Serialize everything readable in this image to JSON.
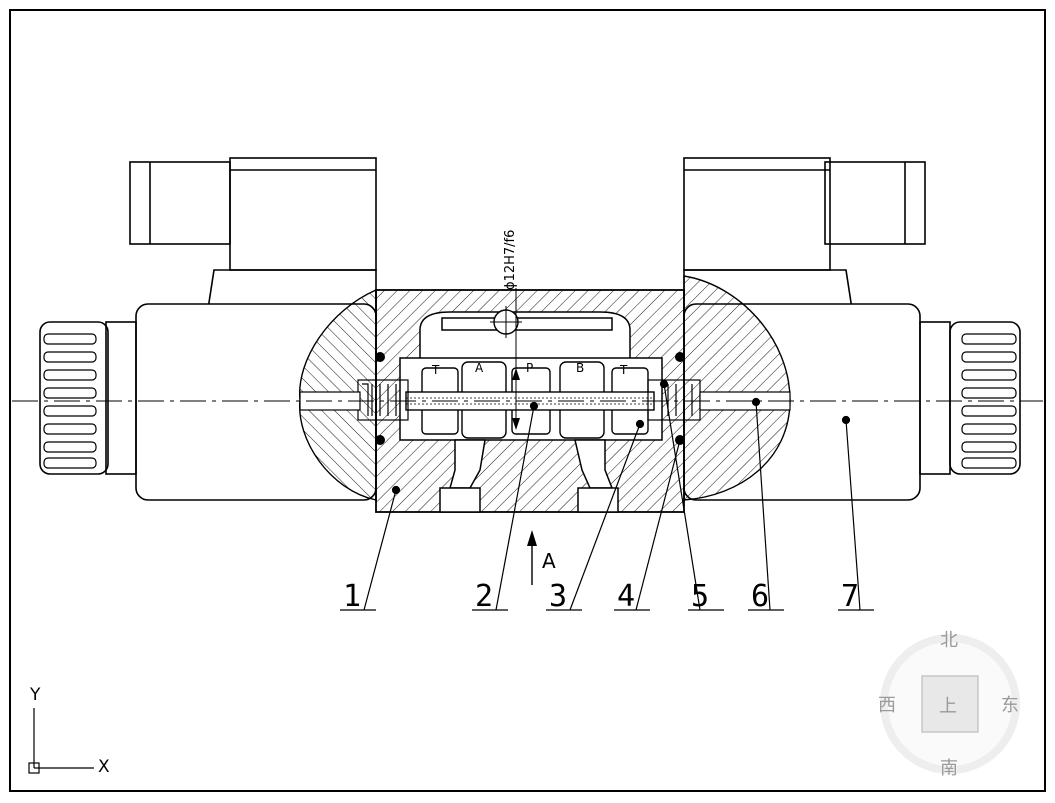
{
  "drawing": {
    "fit_annotation": "ϕ12H7/f6",
    "view_label": "A",
    "port_labels": [
      "T",
      "A",
      "P",
      "B",
      "T"
    ],
    "part_numbers": [
      "1",
      "2",
      "3",
      "4",
      "5",
      "6",
      "7"
    ]
  },
  "ucs": {
    "y_label": "Y",
    "x_label": "X"
  },
  "viewcube": {
    "north": "北",
    "south": "南",
    "east": "东",
    "west": "西",
    "top": "上"
  },
  "colors": {
    "line": "#000000",
    "viewcube": "#9a9a9a",
    "background": "#ffffff"
  }
}
